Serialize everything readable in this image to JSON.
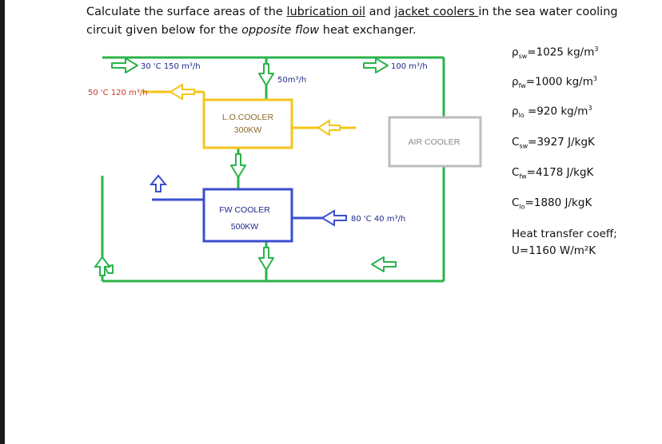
{
  "question": {
    "part1": "Calculate the surface areas of the ",
    "underlined1": "lubrication oil",
    "part2": " and ",
    "underlined2": "jacket coolers ",
    "part3": "in the sea water cooling circuit given below for the ",
    "italic": "opposite flow",
    "part4": " heat exchanger."
  },
  "diagram": {
    "sw_in": "30 'C 150 m³/h",
    "sw_out": "50 'C  120 m³/h",
    "branch_flow": "50m³/h",
    "air_flow": "100 m³/h",
    "fw_flow": "80 'C  40 m³/h",
    "lo_cooler_line1": "L.O.COOLER",
    "lo_cooler_line2": "300KW",
    "fw_cooler_line1": "FW COOLER",
    "fw_cooler_line2": "500KW",
    "air_cooler": "AIR COOLER",
    "colors": {
      "green": "#2bb34a",
      "yellow": "#f5c518",
      "blue": "#3a4fd0",
      "grey": "#bdbdbd"
    }
  },
  "properties": {
    "rho_sw": {
      "sym": "ρ",
      "sub": "sw",
      "val": "=1025 kg/m",
      "sup": "3"
    },
    "rho_fw": {
      "sym": "ρ",
      "sub": "fw",
      "val": "=1000 kg/m",
      "sup": "3"
    },
    "rho_lo": {
      "sym": "ρ",
      "sub": "lo",
      "val": " =920 kg/m",
      "sup": "3"
    },
    "c_sw": {
      "sym": "C",
      "sub": "sw",
      "val": "=3927 J/kgK"
    },
    "c_fw": {
      "sym": "C",
      "sub": "fw",
      "val": "=4178 J/kgK"
    },
    "c_lo": {
      "sym": "C",
      "sub": "lo",
      "val": "=1880 J/kgK"
    },
    "htc_label": "Heat transfer coeff;",
    "htc_value": "U=1160 W/m²K"
  }
}
